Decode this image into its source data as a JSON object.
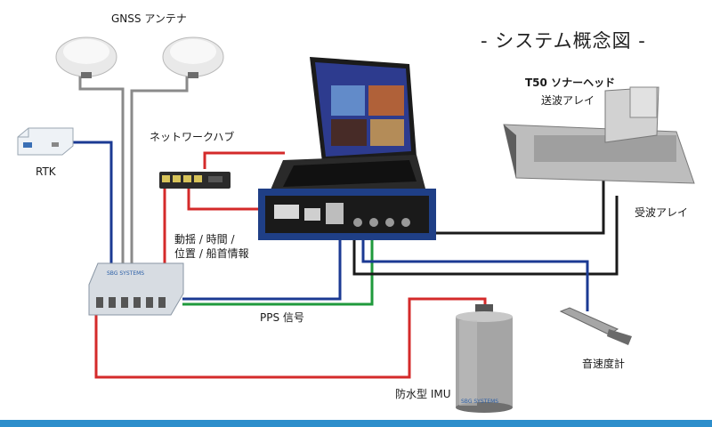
{
  "title": "- システム概念図 -",
  "labels": {
    "gnss_antenna": "GNSS アンテナ",
    "rtk": "RTK",
    "network_hub": "ネットワークハブ",
    "motion_line1": "動揺 / 時間 /",
    "motion_line2": "位置 / 船首情報",
    "pps_signal": "PPS 信号",
    "sonar_head": "T50 ソナーヘッド",
    "transmit_array": "送波アレイ",
    "receive_array": "受波アレイ",
    "sound_velocity": "音速度計",
    "imu": "防水型 IMU",
    "brand": "SBG SYSTEMS"
  },
  "colors": {
    "cable_red": "#d42a2a",
    "cable_blue": "#1b3a93",
    "cable_green": "#1f9a3c",
    "cable_black": "#1a1a1a",
    "cable_gray": "#8a8a8a",
    "accent_blue": "#2d8ecb"
  }
}
